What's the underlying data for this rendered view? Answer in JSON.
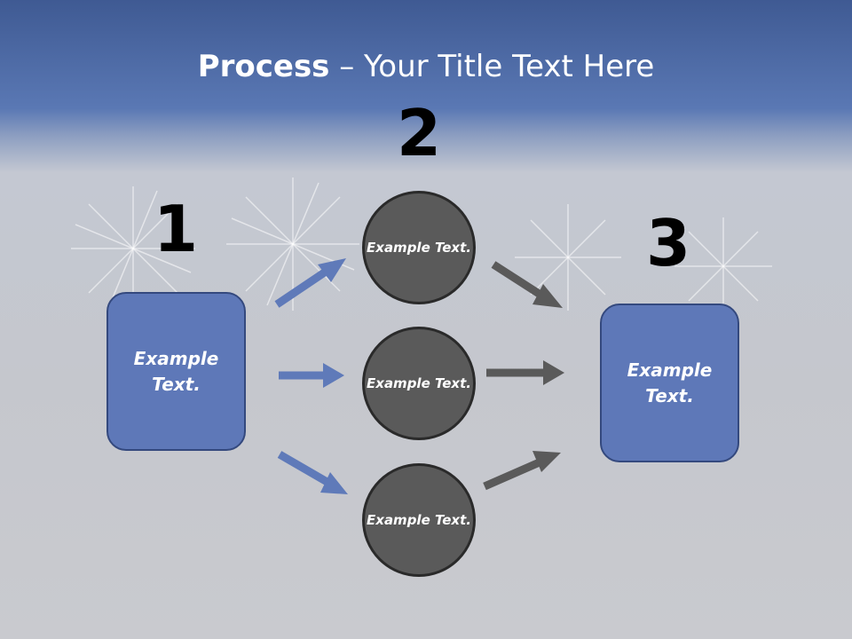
{
  "slide": {
    "title_bold": "Process",
    "title_rest": " – Your Title Text Here"
  },
  "steps": {
    "one": "1",
    "two": "2",
    "three": "3"
  },
  "left_box": {
    "text": "Example Text."
  },
  "circles": [
    {
      "text": "Example Text."
    },
    {
      "text": "Example Text."
    },
    {
      "text": "Example Text."
    }
  ],
  "right_box": {
    "text": "Example Text."
  },
  "colors": {
    "box_fill": "#5e78b8",
    "circle_fill": "#5a5a5a",
    "blue_arrow": "#5f7ab9",
    "gray_arrow": "#5a5a5a"
  }
}
